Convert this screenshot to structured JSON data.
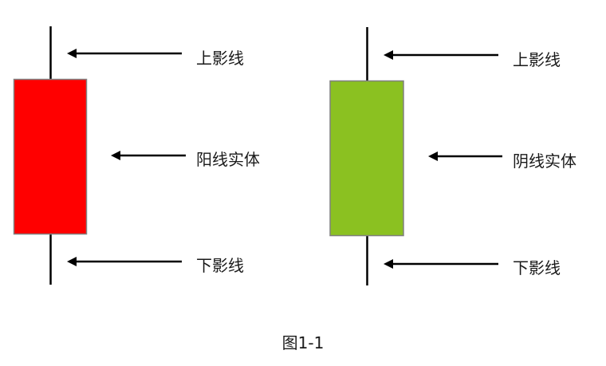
{
  "figure": {
    "caption": "图1-1",
    "colors": {
      "bullish_body": "#ff0000",
      "bearish_body": "#8bc121",
      "body_border": "#808080",
      "line": "#000000"
    }
  },
  "candles": [
    {
      "type": "bullish",
      "labels": {
        "upper_shadow": "上影线",
        "body": "阳线实体",
        "lower_shadow": "下影线"
      }
    },
    {
      "type": "bearish",
      "labels": {
        "upper_shadow": "上影线",
        "body": "阴线实体",
        "lower_shadow": "下影线"
      }
    }
  ]
}
